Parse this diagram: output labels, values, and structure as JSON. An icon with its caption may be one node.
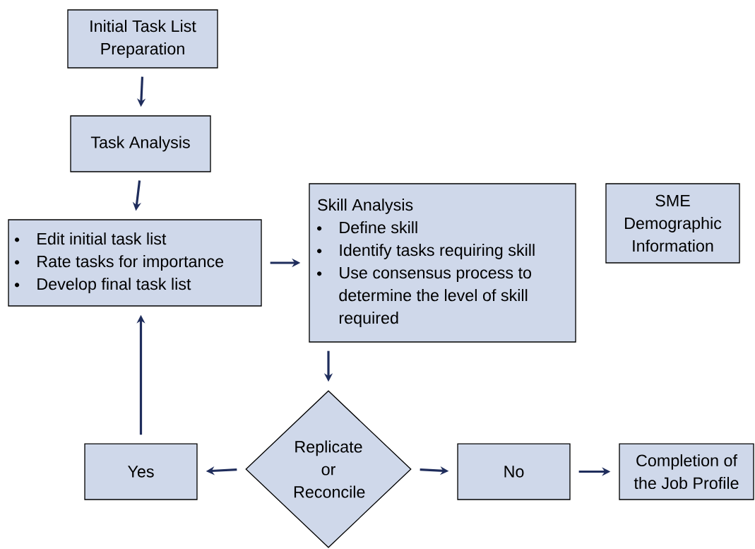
{
  "diagram": {
    "nodes": [
      {
        "text": [
          "Initial Task List Preparation"
        ]
      },
      {
        "text": [
          "Task Analysis"
        ]
      },
      {
        "text": [
          "Edit initial task list",
          "Rate tasks for importance",
          "Develop final task list"
        ]
      },
      {
        "text": [
          "Skill Analysis",
          "Define skill",
          "Identify tasks requiring skill",
          "Use consensus process to determine the level of skill required"
        ]
      },
      {
        "text": [
          "SME Demographic Information"
        ]
      },
      {
        "text": [
          "Replicate or Reconcile"
        ]
      },
      {
        "text": [
          "Yes"
        ]
      },
      {
        "text": [
          "No"
        ]
      },
      {
        "text": [
          "Completion of the Job Profile"
        ]
      }
    ],
    "edges": [
      {
        "from": 0,
        "to": 1,
        "arrow": "to"
      },
      {
        "from": 1,
        "to": 2,
        "arrow": "to"
      },
      {
        "from": 2,
        "to": 3,
        "arrow": "to"
      },
      {
        "from": 3,
        "to": 5,
        "arrow": "to"
      },
      {
        "from": 5,
        "to": 6,
        "arrow": "to"
      },
      {
        "from": 6,
        "to": 2,
        "arrow": "to"
      },
      {
        "from": 5,
        "to": 7,
        "arrow": "to"
      },
      {
        "from": 7,
        "to": 8,
        "arrow": "to"
      }
    ]
  }
}
